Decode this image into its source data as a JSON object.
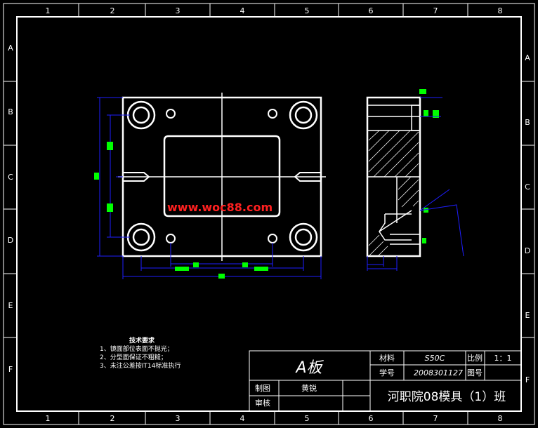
{
  "frame": {
    "columns": [
      "1",
      "2",
      "3",
      "4",
      "5",
      "6",
      "7",
      "8"
    ],
    "rows": [
      "A",
      "B",
      "C",
      "D",
      "E",
      "F"
    ]
  },
  "watermark": "www.woc88.com",
  "tech_req": {
    "heading": "技术要求",
    "items": [
      "1、镜面部位表面不抛光；",
      "2、分型面保证不粗糙；",
      "3、未注公差按IT14标准执行"
    ]
  },
  "title_block": {
    "part_name": "A板",
    "material_label": "材料",
    "material_value": "S50C",
    "scale_label": "比例",
    "scale_value": "1：1",
    "student_id_label": "学号",
    "student_id_value": "2008301127",
    "drawing_no_label": "图号",
    "drawer_label": "制图",
    "drawer_value": "黄锐",
    "reviewer_label": "审核",
    "school": "河职院08模具（1）班"
  },
  "colors": {
    "background": "#000000",
    "lines": "#ffffff",
    "dimensions": "#1e1eff",
    "dim_text": "#00ff00",
    "watermark": "#ff2020"
  }
}
